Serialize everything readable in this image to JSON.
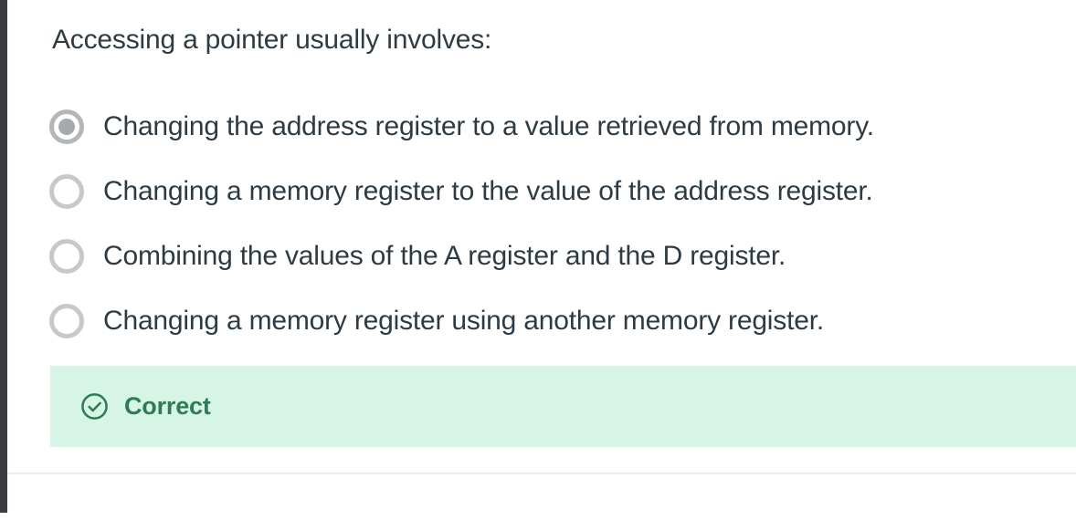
{
  "question": {
    "title": "Accessing a pointer usually involves:",
    "options": [
      {
        "label": "Changing the address register to a value retrieved from memory.",
        "selected": true
      },
      {
        "label": "Changing a memory register to the value of the address register.",
        "selected": false
      },
      {
        "label": "Combining the values of the A register and the D register.",
        "selected": false
      },
      {
        "label": "Changing a memory register using another memory register.",
        "selected": false
      }
    ]
  },
  "feedback": {
    "label": "Correct",
    "icon": "check-circle-icon",
    "text_color": "#2e7b55",
    "background_color": "#d7f5e7"
  },
  "colors": {
    "body_text": "#2d3b45",
    "radio_unselected_ring": "#c6c9cb",
    "radio_selected_ring": "#b4b7b9",
    "radio_selected_dot": "#a7aaac",
    "left_bar": "#3b3c40",
    "divider": "#ececec",
    "page_background": "#ffffff"
  }
}
